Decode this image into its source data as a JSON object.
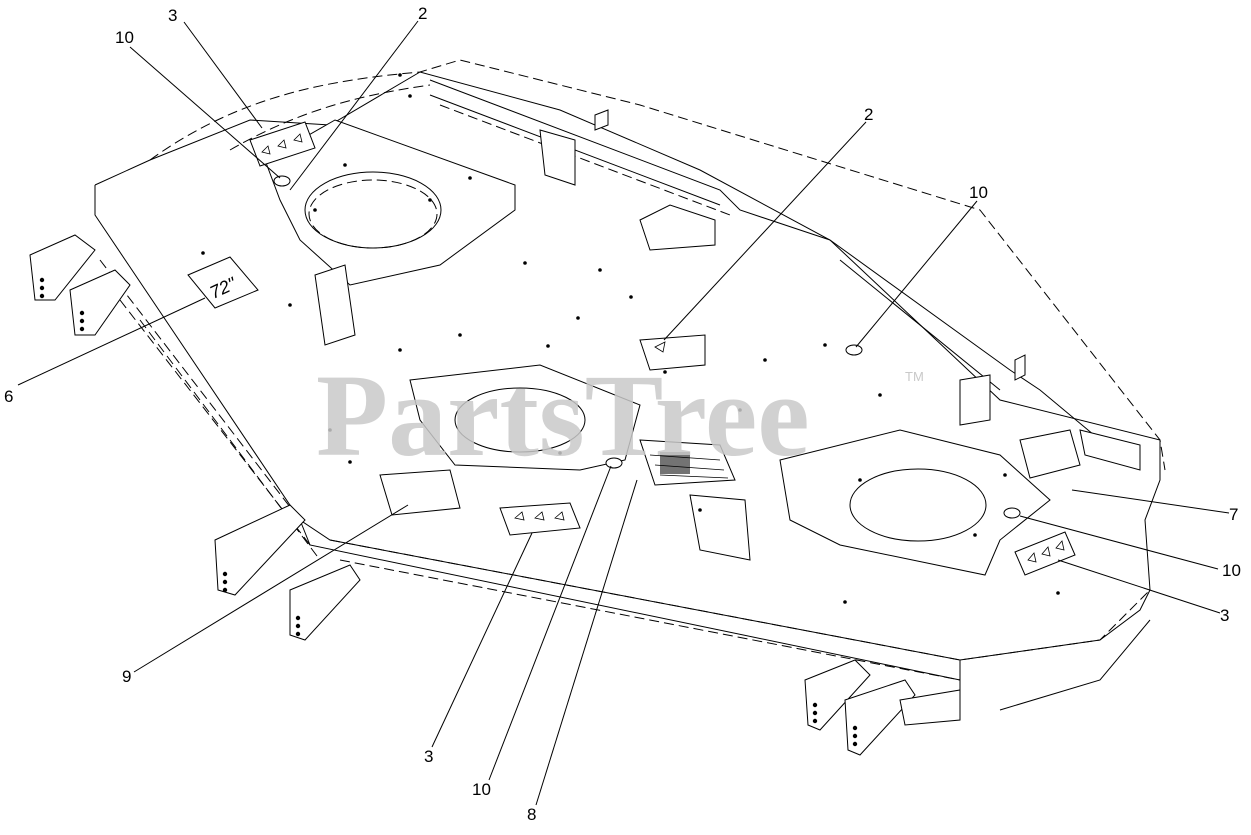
{
  "watermark": {
    "text": "PartsTree",
    "trademark": "TM"
  },
  "decals": {
    "size_decal": "72\""
  },
  "callouts": [
    {
      "id": "c3a",
      "label": "3"
    },
    {
      "id": "c2a",
      "label": "2"
    },
    {
      "id": "c10a",
      "label": "10"
    },
    {
      "id": "c2b",
      "label": "2"
    },
    {
      "id": "c10b",
      "label": "10"
    },
    {
      "id": "c6",
      "label": "6"
    },
    {
      "id": "c7",
      "label": "7"
    },
    {
      "id": "c10c",
      "label": "10"
    },
    {
      "id": "c3b",
      "label": "3"
    },
    {
      "id": "c9",
      "label": "9"
    },
    {
      "id": "c3c",
      "label": "3"
    },
    {
      "id": "c10d",
      "label": "10"
    },
    {
      "id": "c8",
      "label": "8"
    }
  ]
}
